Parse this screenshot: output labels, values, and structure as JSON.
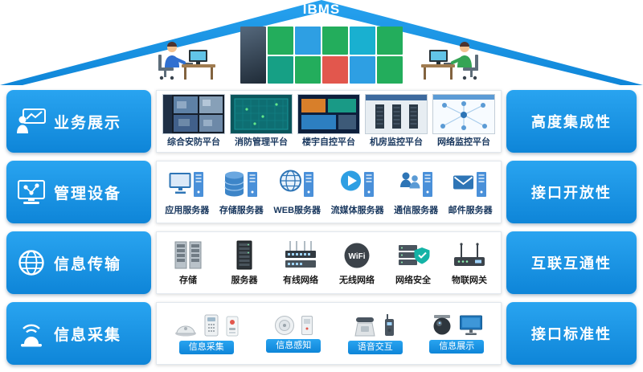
{
  "title": "IBMS",
  "colors": {
    "primary": "#1b9ae9",
    "caption": "#17365d"
  },
  "roof": {
    "title": "IBMS"
  },
  "rows": [
    {
      "left_label": "业务展示",
      "right_label": "高度集成性",
      "items": [
        {
          "label": "综合安防平台"
        },
        {
          "label": "消防管理平台"
        },
        {
          "label": "楼宇自控平台"
        },
        {
          "label": "机房监控平台"
        },
        {
          "label": "网络监控平台"
        }
      ]
    },
    {
      "left_label": "管理设备",
      "right_label": "接口开放性",
      "items": [
        {
          "label": "应用服务器"
        },
        {
          "label": "存储服务器"
        },
        {
          "label": "WEB服务器"
        },
        {
          "label": "流媒体服务器"
        },
        {
          "label": "通信服务器"
        },
        {
          "label": "邮件服务器"
        }
      ]
    },
    {
      "left_label": "信息传输",
      "right_label": "互联互通性",
      "items": [
        {
          "label": "存储"
        },
        {
          "label": "服务器"
        },
        {
          "label": "有线网络"
        },
        {
          "label": "无线网络",
          "icon_text": "WiFi"
        },
        {
          "label": "网络安全"
        },
        {
          "label": "物联网关"
        }
      ]
    },
    {
      "left_label": "信息采集",
      "right_label": "接口标准性",
      "items": [
        {
          "label": "信息采集"
        },
        {
          "label": "信息感知"
        },
        {
          "label": "语音交互"
        },
        {
          "label": "信息展示"
        }
      ]
    }
  ]
}
